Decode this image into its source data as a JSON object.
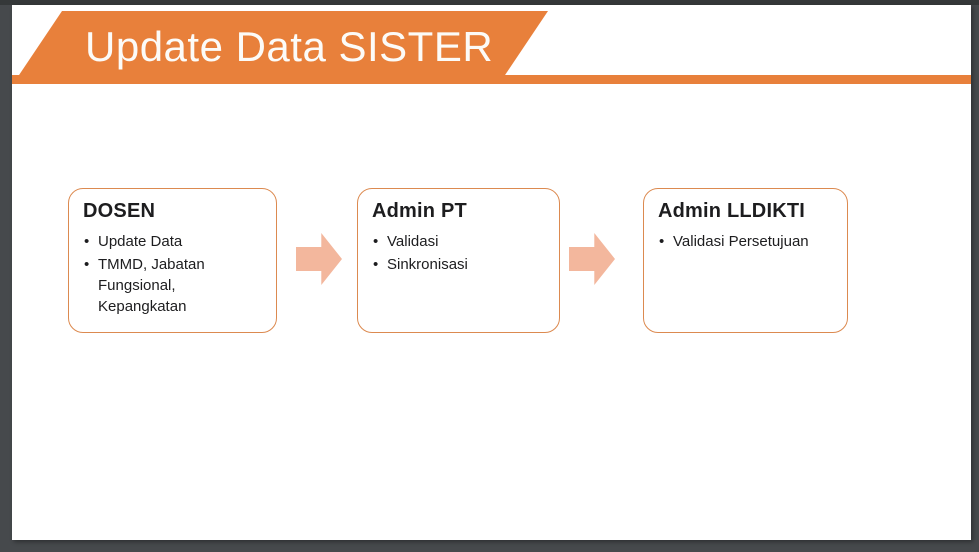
{
  "slide": {
    "title": "Update Data SISTER",
    "colors": {
      "accent": "#E8803B",
      "arrow": "#F3B79D",
      "box_border": "#DC8A50",
      "frame": "#46494C",
      "text": "#1D1D1F",
      "page_bg": "#FFFFFF"
    },
    "icons": {
      "flow_arrow": "block-arrow-right"
    },
    "steps": [
      {
        "title": "DOSEN",
        "bullets": [
          "Update Data",
          "TMMD, Jabatan Fungsional, Kepangkatan"
        ]
      },
      {
        "title": "Admin PT",
        "bullets": [
          "Validasi",
          "Sinkronisasi"
        ]
      },
      {
        "title": "Admin LLDIKTI",
        "bullets": [
          "Validasi Persetujuan"
        ]
      }
    ]
  }
}
